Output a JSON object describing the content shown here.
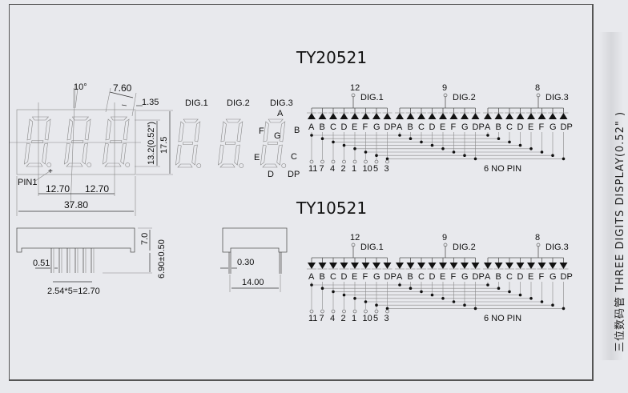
{
  "models": {
    "common_anode": "TY20521",
    "common_cathode": "TY10521"
  },
  "side_label": "三位数码管 THREE DIGITS DISPLAY(0.52\" )",
  "front_view": {
    "slant_angle": "10°",
    "digit_width": "7.60",
    "dp_offset": "1.35",
    "char_height": "13.2(0.52\")",
    "body_height": "17.5",
    "pitch_1": "12.70",
    "pitch_2": "12.70",
    "body_width": "37.80",
    "pin1_label": "PIN1"
  },
  "digit_labels": [
    "DIG.1",
    "DIG.2",
    "DIG.3"
  ],
  "segment_labels": {
    "a": "A",
    "b": "B",
    "c": "C",
    "d": "D",
    "e": "E",
    "f": "F",
    "g": "G",
    "dp": "DP"
  },
  "side_view": {
    "body_height": "7.0",
    "pin_length": "6.90±0.50",
    "pin_width": "0.51",
    "pin_pitch": "2.54*5=12.70"
  },
  "end_view": {
    "pin_thickness": "0.30",
    "row_spacing": "14.00"
  },
  "schematic": {
    "common_pins": [
      "12",
      "9",
      "8"
    ],
    "segments": [
      "A",
      "B",
      "C",
      "D",
      "E",
      "F",
      "G",
      "DP"
    ],
    "segment_pins": [
      "11",
      "7",
      "4",
      "2",
      "1",
      "10",
      "5",
      "3"
    ],
    "no_pin_note": "6  NO  PIN"
  },
  "colors": {
    "background": "#e8e9ed",
    "line": "#555555",
    "text": "#111111"
  }
}
